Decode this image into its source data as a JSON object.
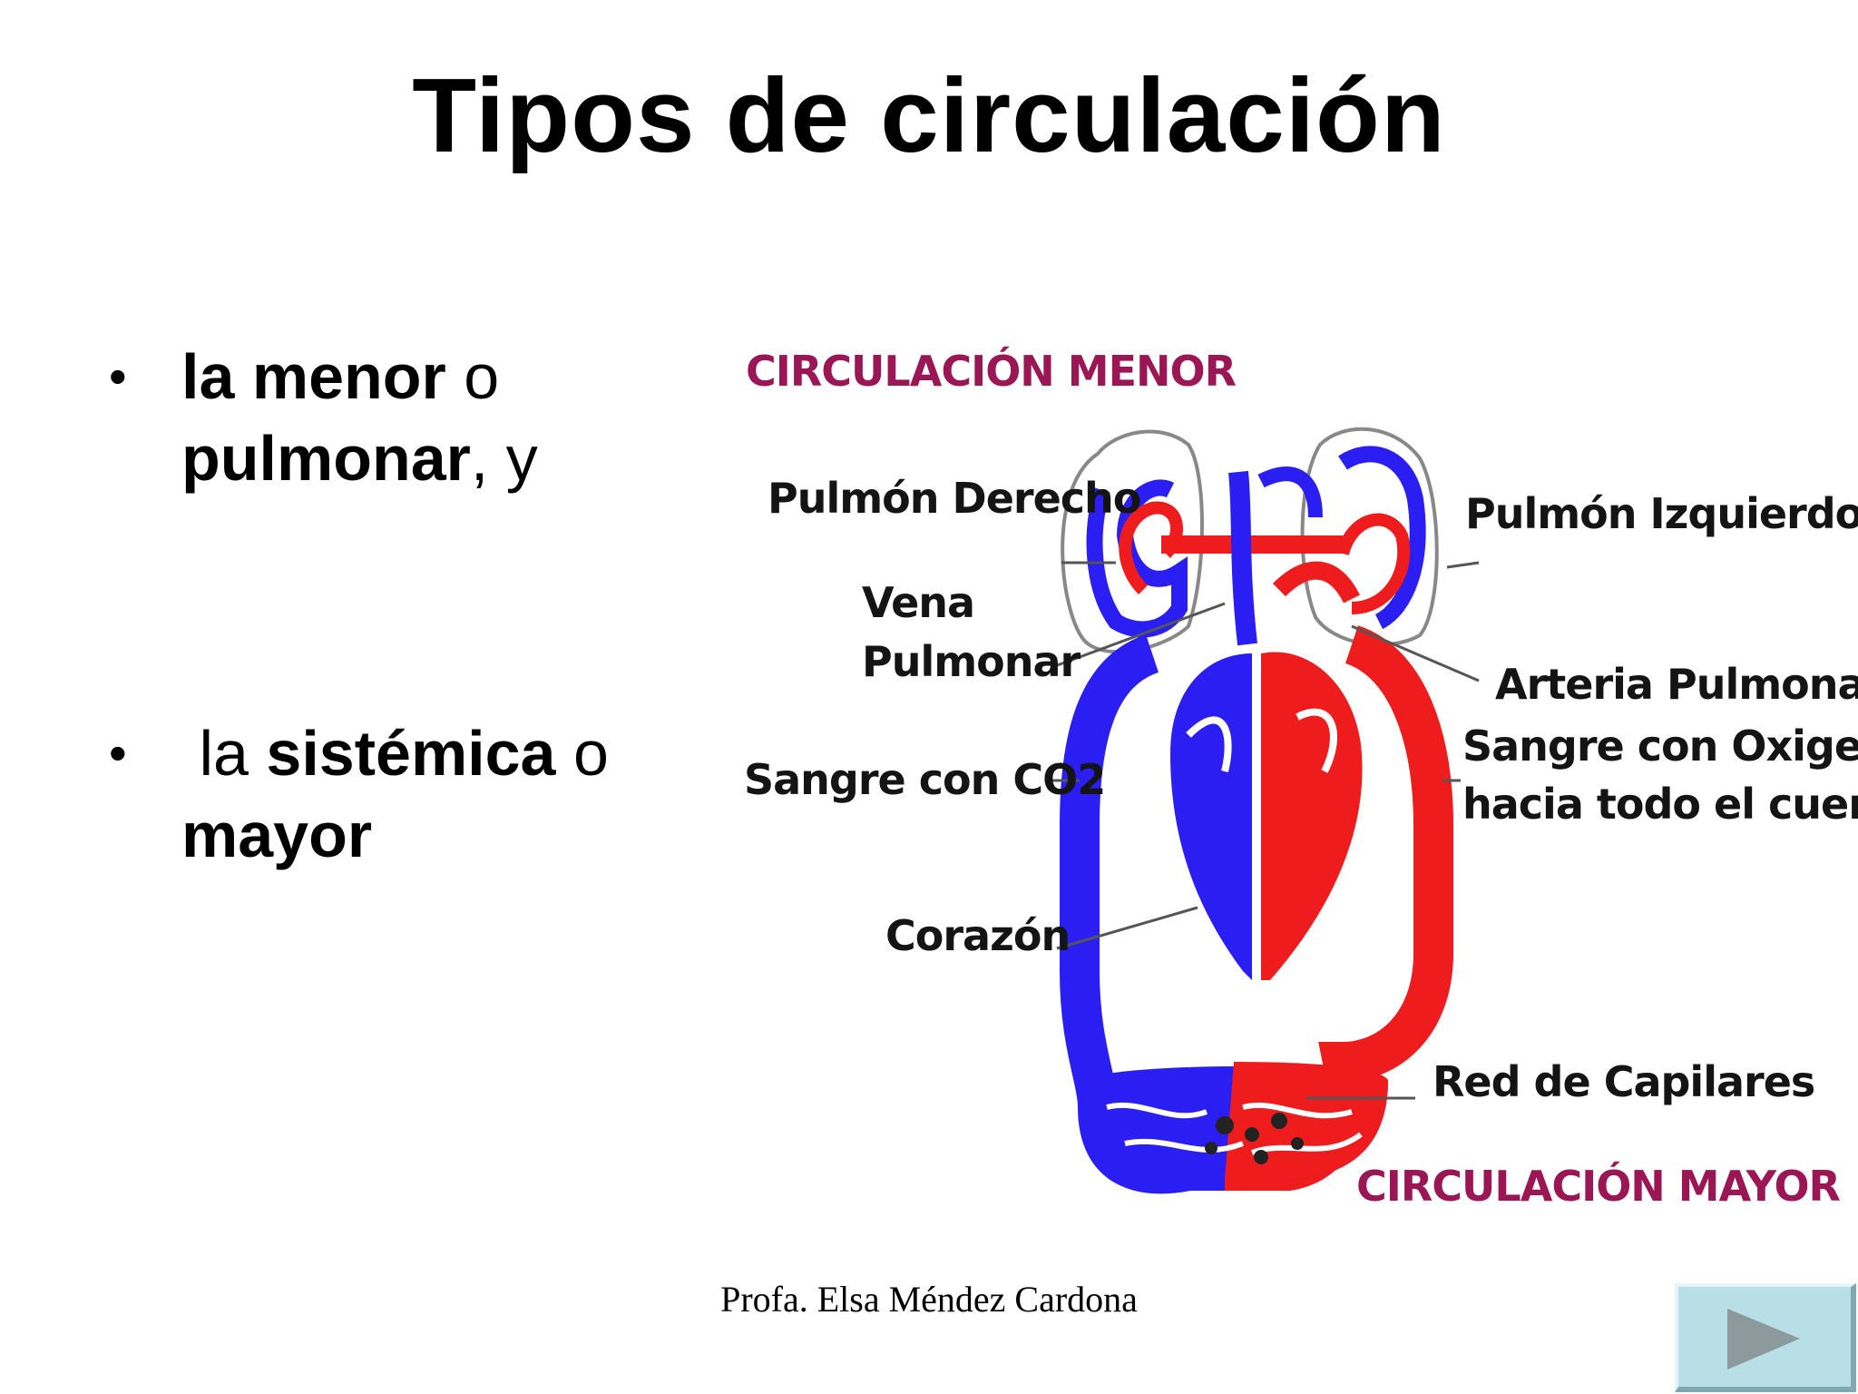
{
  "slide": {
    "title": "Tipos de circulación",
    "footer": "Profa. Elsa Méndez Cardona"
  },
  "bullets": [
    {
      "bullet_glyph": "•",
      "parts": [
        "la menor",
        " o ",
        "pulmonar",
        ", y"
      ]
    },
    {
      "bullet_glyph": "•",
      "parts": [
        " la ",
        "sistémica",
        " o ",
        "mayor"
      ]
    }
  ],
  "diagram": {
    "title_top": "CIRCULACIÓN MENOR",
    "title_bottom": "CIRCULACIÓN MAYOR",
    "labels": {
      "pulmon_derecho": "Pulmón Derecho",
      "pulmon_izquierdo": "Pulmón Izquierdo",
      "vena_line1": "Vena",
      "vena_line2": "Pulmonar",
      "arteria_pulmonar": "Arteria Pulmonar",
      "sangre_co2": "Sangre con CO2",
      "oxigeno_line1": "Sangre con Oxigeno",
      "oxigeno_line2": "hacia todo el cuerpo",
      "corazon": "Corazón",
      "red_capilares": "Red de Capilares"
    },
    "colors": {
      "oxygenated": "#ee1c1c",
      "deoxygenated": "#2a1ef2",
      "title_color": "#9b1654"
    }
  },
  "navigation": {
    "next_button_icon": "play-triangle-icon"
  }
}
